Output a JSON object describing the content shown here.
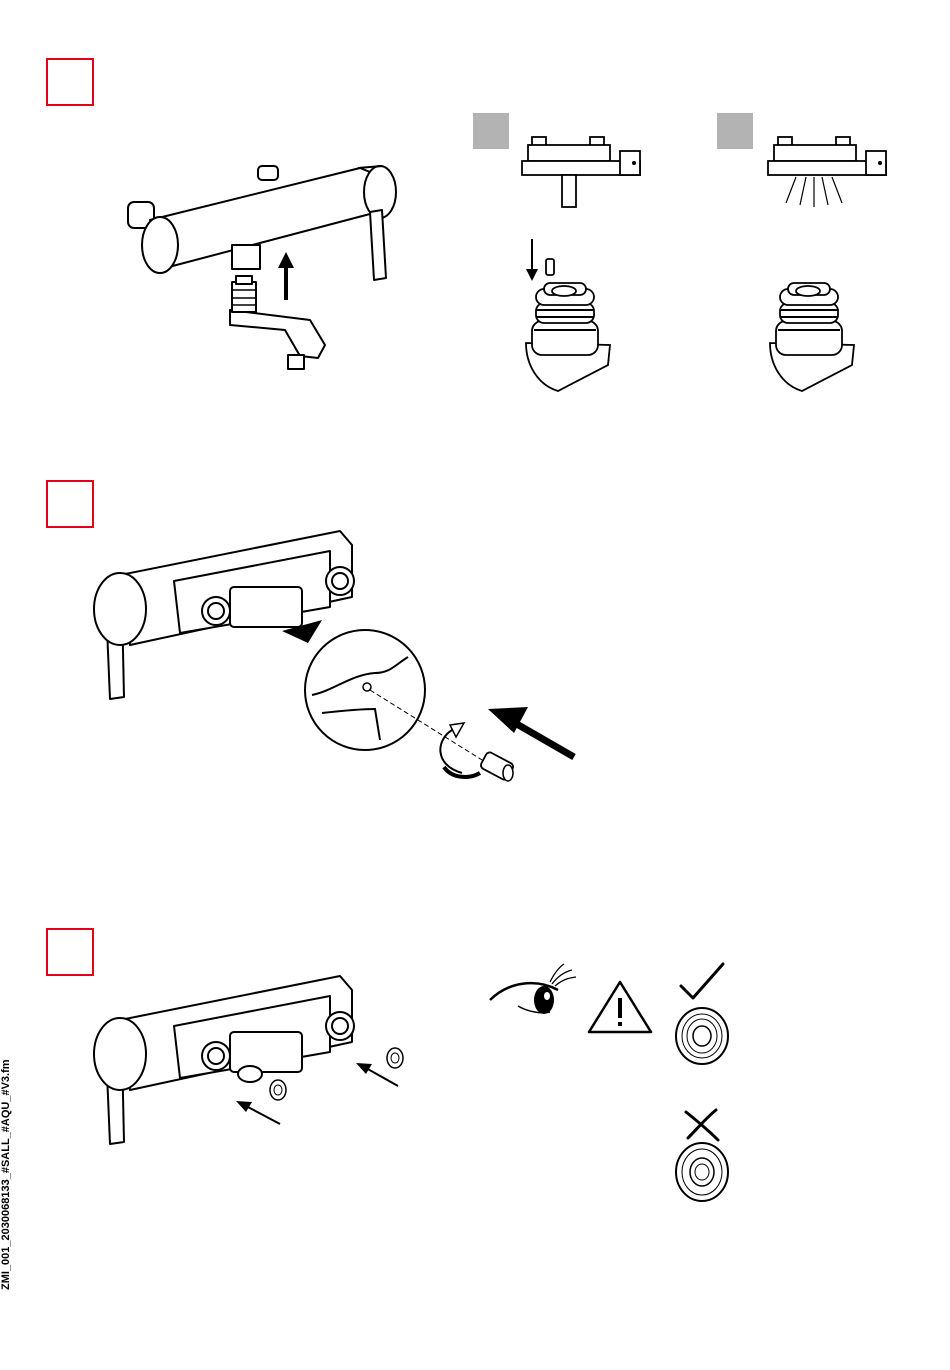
{
  "document": {
    "file_reference": "ZMI_001_2030068133_#SALL_#AQU_#V3.fm"
  },
  "steps": [
    {
      "id": "step-1",
      "variant_markers": 2
    },
    {
      "id": "step-2"
    },
    {
      "id": "step-3",
      "symbols": [
        "eye-icon",
        "warning-icon",
        "check-icon",
        "cross-icon"
      ]
    }
  ],
  "colors": {
    "step_frame": "#e3001b",
    "variant_marker": "#b3b3b3",
    "line": "#000000"
  }
}
